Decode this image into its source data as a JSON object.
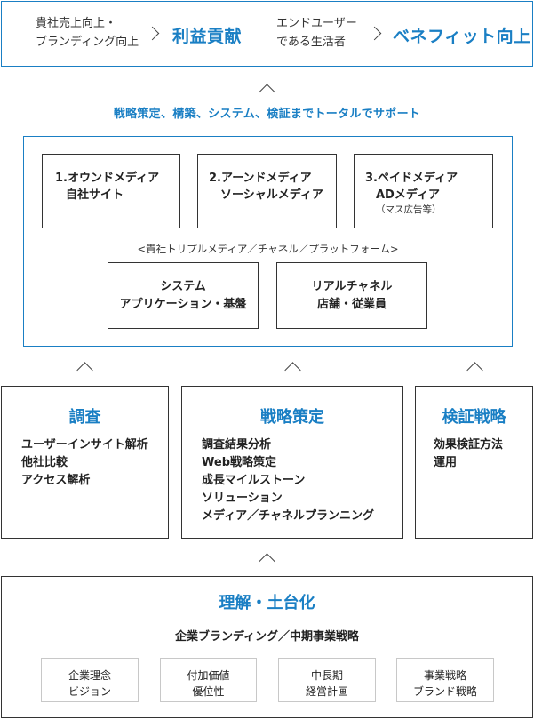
{
  "top_banner": {
    "left": {
      "line1": "貴社売上向上・",
      "line2": "ブランディング向上",
      "result": "利益貢献"
    },
    "right": {
      "line1": "エンドユーザー",
      "line2": "である生活者",
      "result": "ベネフィット向上"
    }
  },
  "tagline": "戦略策定、構築、システム、検証までトータルでサポート",
  "media": {
    "boxes": [
      {
        "line1": "1.オウンドメディア",
        "line2": "自社サイト",
        "note": ""
      },
      {
        "line1": "2.アーンドメディア",
        "line2": "ソーシャルメディア",
        "note": ""
      },
      {
        "line1": "3.ペイドメディア",
        "line2": "ADメディア",
        "note": "（マス広告等）"
      }
    ],
    "platform_label": "<貴社トリプルメディア／チャネル／プラットフォーム>",
    "systems": [
      {
        "line1": "システム",
        "line2": "アプリケーション・基盤"
      },
      {
        "line1": "リアルチャネル",
        "line2": "店舗・従業員"
      }
    ]
  },
  "columns": [
    {
      "title": "調査",
      "items": [
        "ユーザーインサイト解析",
        "他社比較",
        "アクセス解析"
      ]
    },
    {
      "title": "戦略策定",
      "items": [
        "調査結果分析",
        "Web戦略策定",
        "成長マイルストーン",
        "ソリューション",
        "メディア／チャネルプランニング"
      ]
    },
    {
      "title": "検証戦略",
      "items": [
        "効果検証方法",
        "運用"
      ]
    }
  ],
  "foundation": {
    "title": "理解・土台化",
    "subtitle": "企業ブランディング／中期事業戦略",
    "boxes": [
      {
        "line1": "企業理念",
        "line2": "ビジョン"
      },
      {
        "line1": "付加価値",
        "line2": "優位性"
      },
      {
        "line1": "中長期",
        "line2": "経営計画"
      },
      {
        "line1": "事業戦略",
        "line2": "ブランド戦略"
      }
    ]
  },
  "icons": {
    "arrow_right": "chevron-right-icon",
    "arrow_up": "chevron-up-icon"
  },
  "colors": {
    "accent": "#1a7fc4",
    "border": "#333333"
  }
}
